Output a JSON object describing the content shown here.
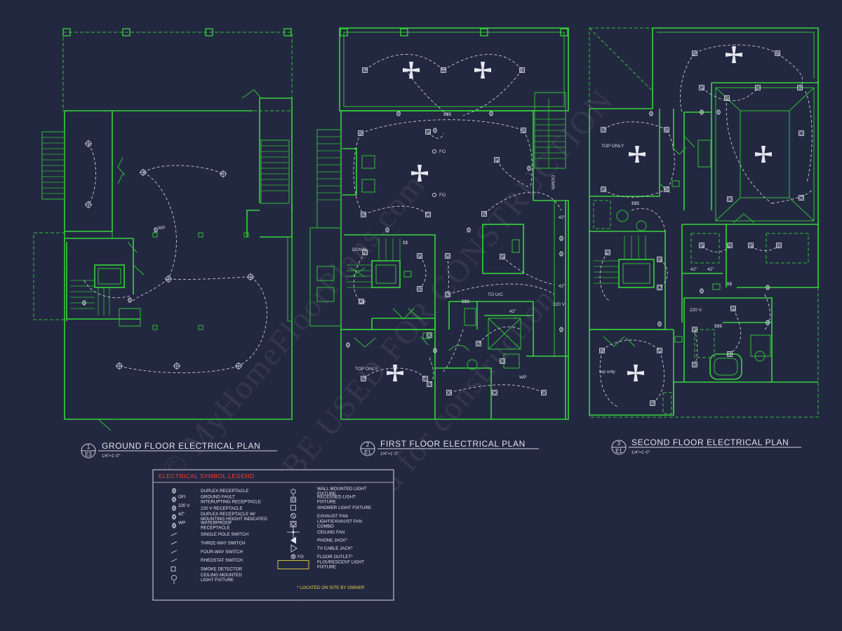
{
  "plans": {
    "ground": {
      "number": "1",
      "sheet": "E3",
      "title": "GROUND FLOOR ELECTRICAL PLAN",
      "scale": "1/4\"=1'-0\""
    },
    "first": {
      "number": "2",
      "sheet": "E1",
      "title": "FIRST FLOOR ELECTRICAL PLAN",
      "scale": "1/4\"=1'-0\""
    },
    "second": {
      "number": "3",
      "sheet": "E1",
      "title": "SECOND FLOOR ELECTRICAL PLAN",
      "scale": "1/4\"=1'-0\""
    }
  },
  "annotations": {
    "down": "DOWN",
    "down_stair": "DOWN",
    "up": "UP",
    "fo": "FO",
    "to_ac": "TO U/C",
    "r220": "220 V",
    "r220b": "220 V",
    "h42": "42\"",
    "top_only": "TOP ONLY",
    "top_only_lower": "top only",
    "wp": "WP",
    "sw3": "$$$",
    "sw2": "$$"
  },
  "legend": {
    "title": "ELECTRICAL SYMBOL LEGEND",
    "left": [
      {
        "symbol": "duplex",
        "label": "DUPLEX RECEPTACLE"
      },
      {
        "symbol": "gfi",
        "label": "GROUND FAULT INTERUPTING RECEPTACLE",
        "tag": "GFI"
      },
      {
        "symbol": "220",
        "label": "220 V RECEPTACLE",
        "tag": "220 V"
      },
      {
        "symbol": "duplex-42",
        "label": "DUPLEX RECEPTACLE W/ MOUNTING HEIGHT INDICATED",
        "tag": "42\""
      },
      {
        "symbol": "wp",
        "label": "WATERPROOF RECEPTACLE",
        "tag": "WP"
      },
      {
        "symbol": "single-pole",
        "label": "SINGLE POLE SWITCH"
      },
      {
        "symbol": "three-way",
        "label": "THREE-WAY SWITCH"
      },
      {
        "symbol": "four-way",
        "label": "FOUR-WAY SWITCH"
      },
      {
        "symbol": "rheostat",
        "label": "RHEOSTAT SWITCH"
      },
      {
        "symbol": "smoke",
        "label": "SMOKE DETECTOR"
      },
      {
        "symbol": "ceiling-light",
        "label": "CEILING MOUNTED LIGHT FIXTURE"
      }
    ],
    "right": [
      {
        "symbol": "wall-light",
        "label": "WALL MOUNTED LIGHT FIXTURE"
      },
      {
        "symbol": "recessed",
        "label": "RECESSED LIGHT FIXTURE"
      },
      {
        "symbol": "shower",
        "label": "SHOWER LIGHT FIXTURE"
      },
      {
        "symbol": "exhaust",
        "label": "EXHAUST FAN"
      },
      {
        "symbol": "light-exhaust",
        "label": "LIGHT/EXHAUST FAN COMBO"
      },
      {
        "symbol": "ceiling-fan",
        "label": "CEILING FAN"
      },
      {
        "symbol": "phone",
        "label": "PHONE JACK*"
      },
      {
        "symbol": "tv",
        "label": "TV CABLE JACK*"
      },
      {
        "symbol": "floor-outlet",
        "label": "FLOOR OUTLET*",
        "tag": "FO"
      },
      {
        "symbol": "fluorescent",
        "label": "FLOURESCENT LIGHT FIXTURE"
      }
    ],
    "note": "* LOCATED ON SITE BY OWNER"
  },
  "watermark": {
    "line1": "© MyHomeFloorPlans.com",
    "line2": "NOT TO BE USED FOR CONSTRUCTION",
    "line3": "Never used for construction"
  },
  "colors": {
    "background": "#232841",
    "walls": "#35d43a",
    "legend_title": "#ff3b30",
    "note": "#e6d640"
  }
}
